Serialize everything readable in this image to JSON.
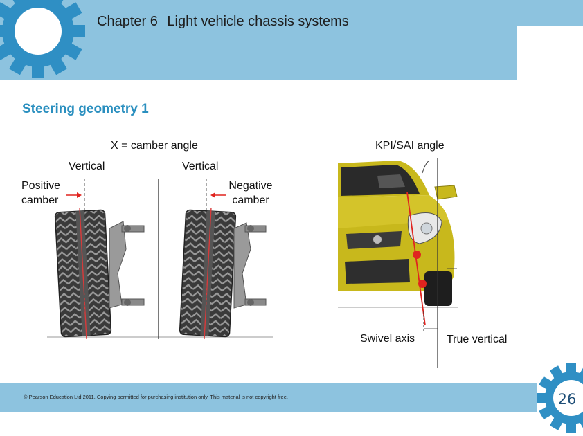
{
  "header": {
    "chapter_number": "Chapter 6",
    "chapter_title": "Light vehicle chassis systems"
  },
  "slide": {
    "title": "Steering geometry 1"
  },
  "diagram": {
    "camber_heading": "X = camber angle",
    "kpi_heading": "KPI/SAI angle",
    "vertical_left": "Vertical",
    "vertical_right": "Vertical",
    "positive_camber_line1": "Positive",
    "positive_camber_line2": "camber",
    "negative_camber_line1": "Negative",
    "negative_camber_line2": "camber",
    "swivel_axis": "Swivel axis",
    "true_vertical": "True vertical"
  },
  "colors": {
    "header_bg": "#8dc3df",
    "title": "#2a8fbf",
    "angle_red": "#e0241f",
    "car_body": "#c8b81c"
  },
  "footer": {
    "copyright": "© Pearson Education Ltd 2011. Copying permitted for purchasing institution only. This material is not copyright free.",
    "page_number": "26"
  }
}
